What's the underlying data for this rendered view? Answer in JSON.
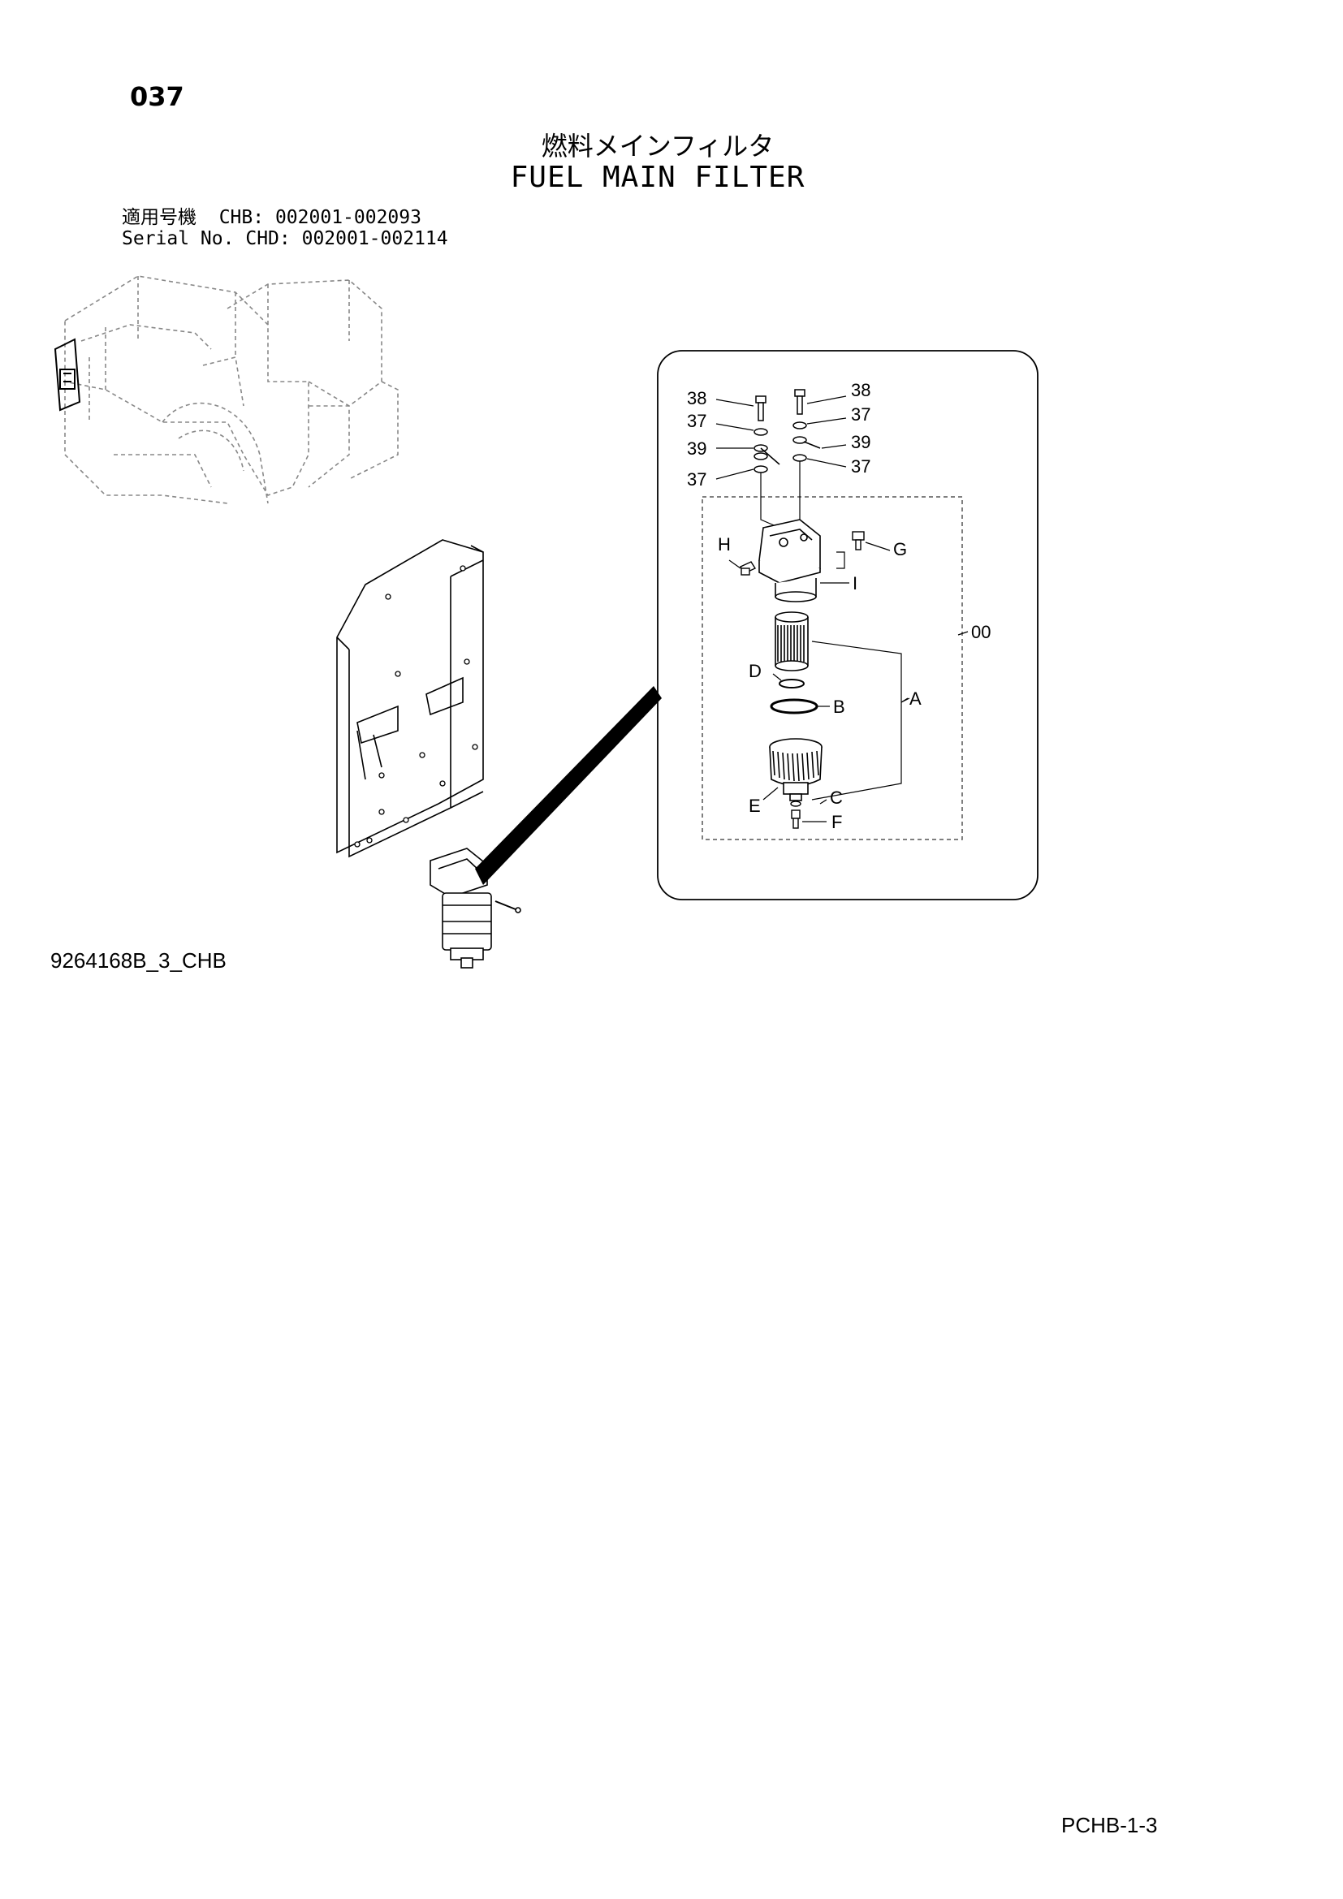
{
  "header": {
    "page_number": "037",
    "title_jp": "燃料メインフィルタ",
    "title_en": "FUEL MAIN FILTER"
  },
  "applicability": {
    "row1_label": "適用号機",
    "row1_model": "CHB:",
    "row1_range": "002001-002093",
    "row2_label": "Serial No.",
    "row2_model": "CHD:",
    "row2_range": "002001-002114"
  },
  "callouts": {
    "c38a": "38",
    "c37a": "37",
    "c39a": "39",
    "c37b": "37",
    "c38b": "38",
    "c37c": "37",
    "c39b": "39",
    "c37d": "37",
    "cH": "H",
    "cG": "G",
    "cI": "I",
    "c00": "00",
    "cD": "D",
    "cB": "B",
    "cA": "A",
    "cE": "E",
    "cC": "C",
    "cF": "F"
  },
  "footer": {
    "drawing_code": "9264168B_3_CHB",
    "page_ref": "PCHB-1-3"
  }
}
